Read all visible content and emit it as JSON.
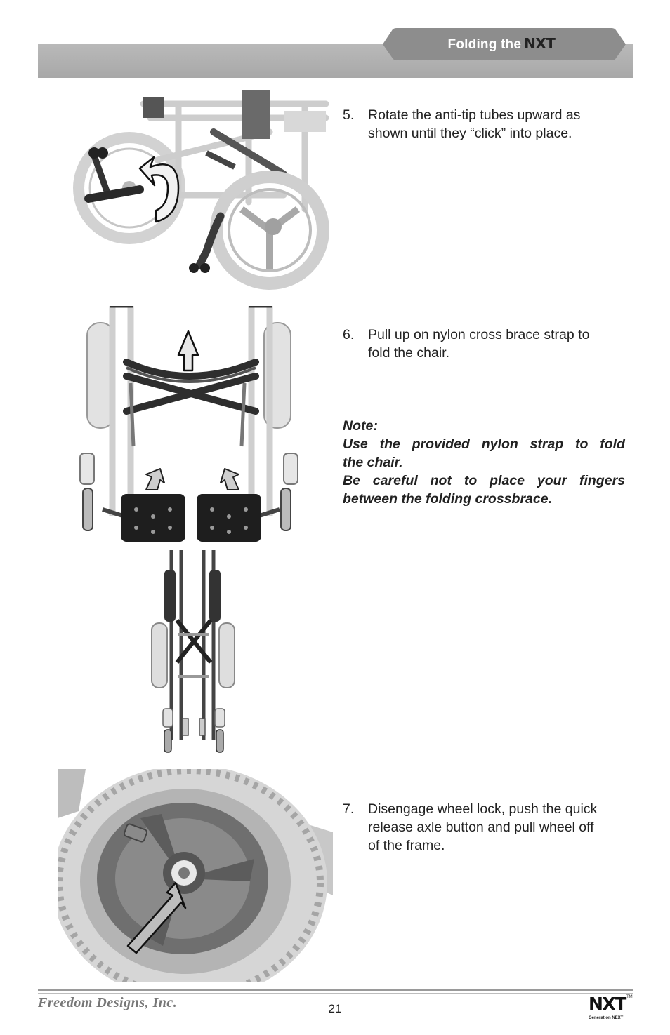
{
  "header": {
    "title": "Folding the",
    "brand": "NXT"
  },
  "steps": [
    {
      "number": "5.",
      "line1": "Rotate the anti-tip tubes upward as",
      "line2": "shown until they “click” into place."
    },
    {
      "number": "6.",
      "line1": "Pull up on nylon cross brace strap to",
      "line2": "fold the chair."
    },
    {
      "number": "7.",
      "line1": "Disengage wheel lock, push the quick",
      "line2": "release axle button and pull wheel off",
      "line3": "of the frame."
    }
  ],
  "note": {
    "label": "Note:",
    "line1": "Use the provided nylon strap to fold",
    "line2": "the chair.",
    "line3": "Be careful not to place your fingers",
    "line4": "between the folding crossbrace."
  },
  "footer": {
    "company": "Freedom Designs, Inc.",
    "page_number": "21",
    "logo_text": "NXT",
    "logo_tm": "TM",
    "logo_sub": "Generation NEXT"
  },
  "colors": {
    "header_bar": "#b0b0b0",
    "header_tab": "#8c8c8c",
    "text": "#222222",
    "footer_company": "#777777"
  }
}
